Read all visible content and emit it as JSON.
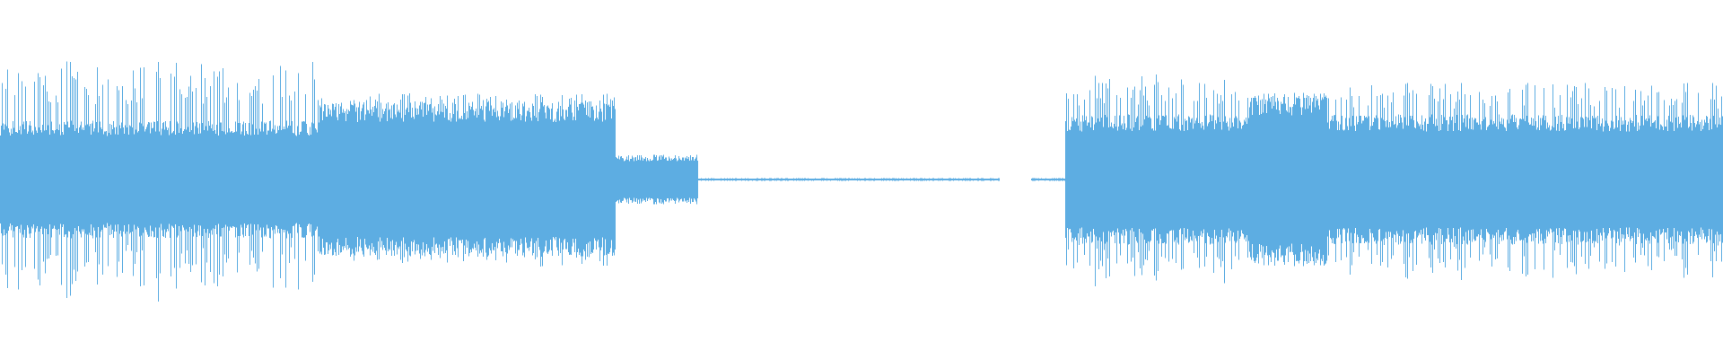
{
  "waveform": {
    "color": "#5dade2",
    "background": "#ffffff",
    "segments": [
      {
        "start": 0.0,
        "end": 0.185,
        "body": 0.38,
        "peak": 0.88,
        "spike_density": 0.9
      },
      {
        "start": 0.185,
        "end": 0.357,
        "body": 0.5,
        "peak": 0.64,
        "spike_density": 0.85
      },
      {
        "start": 0.357,
        "end": 0.405,
        "body": 0.16,
        "peak": 0.18,
        "spike_density": 0.6
      },
      {
        "start": 0.405,
        "end": 0.58,
        "body": 0.008,
        "peak": 0.01,
        "spike_density": 0.2
      },
      {
        "start": 0.58,
        "end": 0.598,
        "body": 0.0,
        "peak": 0.0,
        "spike_density": 0.0
      },
      {
        "start": 0.598,
        "end": 0.618,
        "body": 0.008,
        "peak": 0.01,
        "spike_density": 0.25
      },
      {
        "start": 0.618,
        "end": 0.725,
        "body": 0.42,
        "peak": 0.78,
        "spike_density": 0.9
      },
      {
        "start": 0.725,
        "end": 0.77,
        "body": 0.56,
        "peak": 0.62,
        "spike_density": 0.85
      },
      {
        "start": 0.77,
        "end": 1.0,
        "body": 0.42,
        "peak": 0.72,
        "spike_density": 0.9
      }
    ]
  }
}
